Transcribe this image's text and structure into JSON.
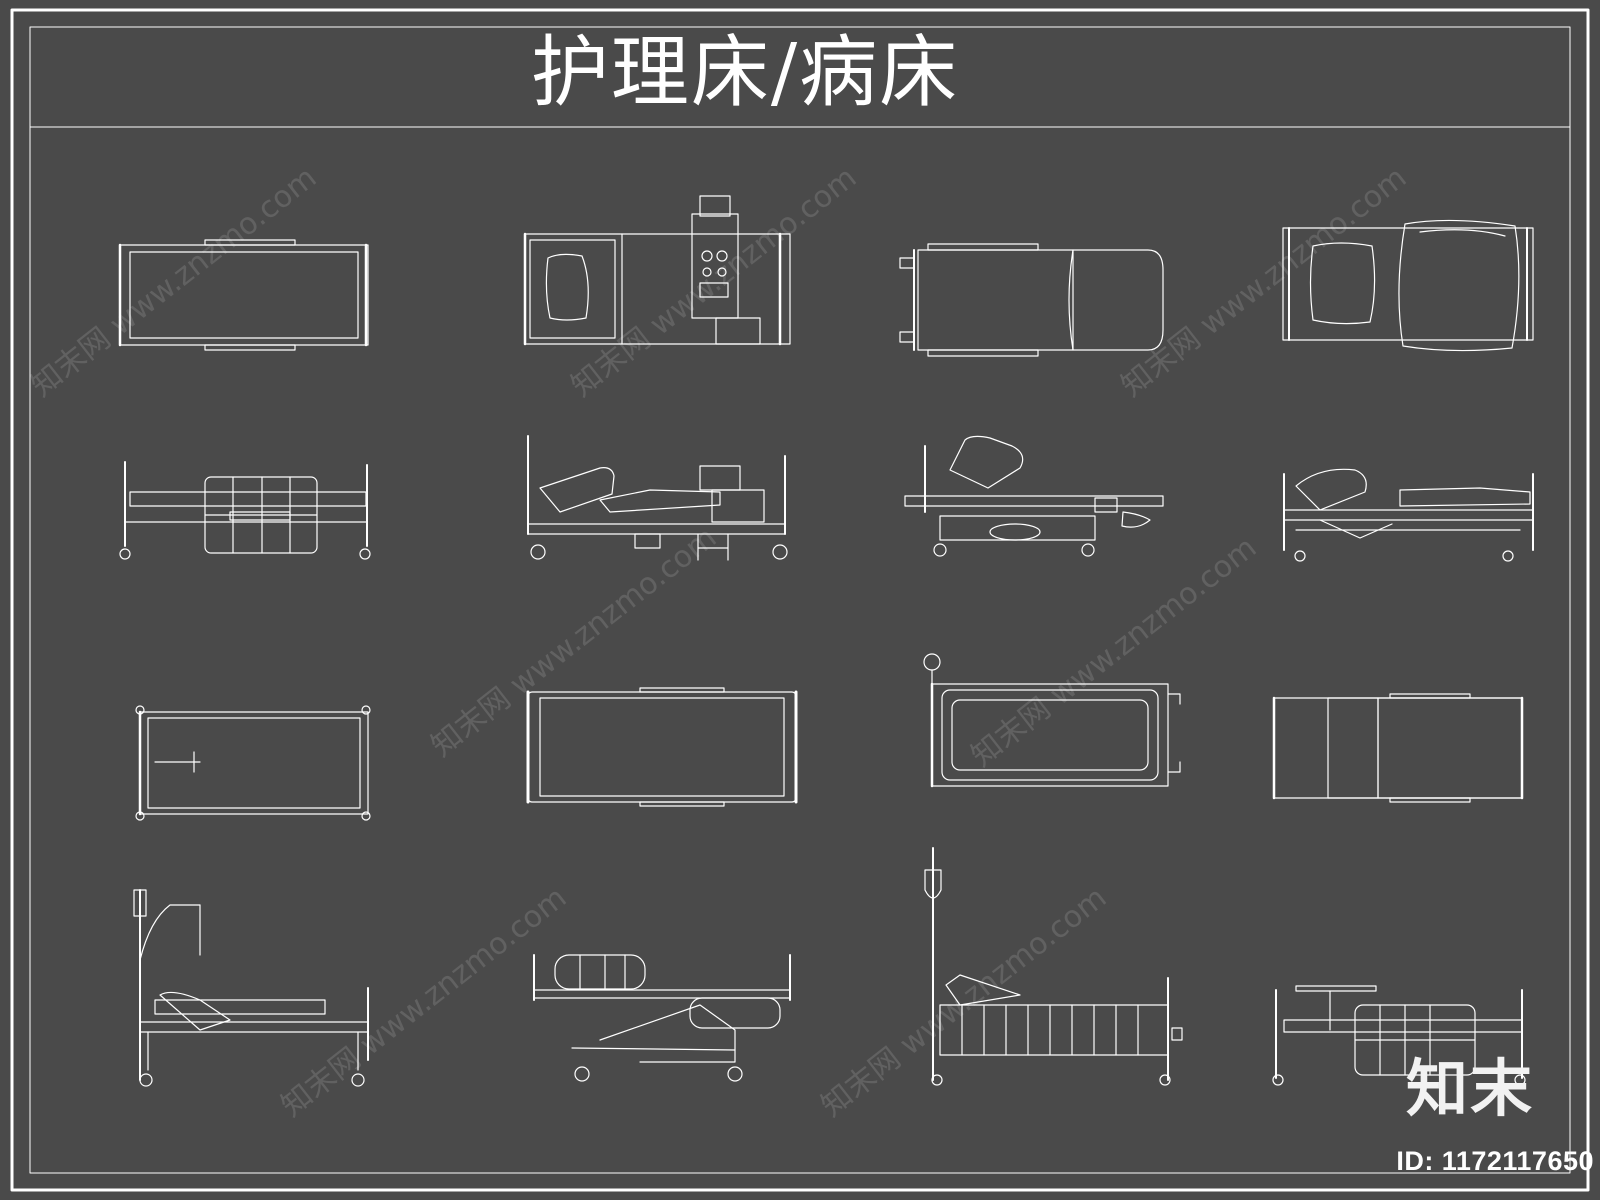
{
  "title": "护理床/病床",
  "watermark": {
    "site": "www.znzmo.com",
    "brand_cn": "知末网"
  },
  "brand_logo": "知末",
  "image_id": "ID: 1172117650",
  "colors": {
    "background": "#4a4a4a",
    "line": "#ffffff"
  }
}
